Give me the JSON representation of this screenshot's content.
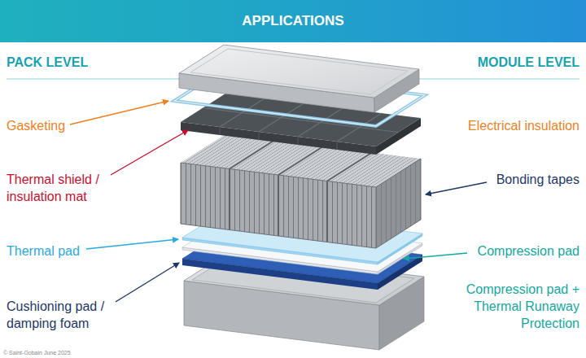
{
  "diagram": {
    "title": "APPLICATIONS",
    "labels": [
      "PACK LEVEL",
      "MODULE LEVEL",
      "Gasketing",
      "Thermal shield / insulation mat",
      "Thermal pad",
      "Cushioning pad / damping foam",
      "Electrical insulation",
      "Bonding tapes",
      "Compression pad",
      "Compression pad + Thermal Runaway Protection",
      "© Saint-Gobain June 2025"
    ]
  }
}
